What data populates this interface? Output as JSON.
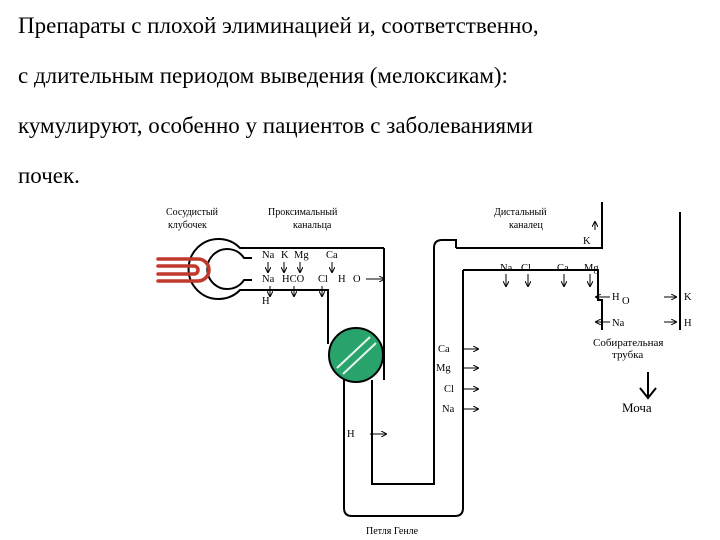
{
  "text": {
    "line1": "Препараты с плохой элиминацией и, соответственно,",
    "line2": "с длительным периодом выведения (мелоксикам):",
    "line3": "кумулируют, особенно у пациентов с заболеваниями",
    "line4": "почек."
  },
  "diagram": {
    "labels": {
      "glomerulus": [
        "Сосудистый",
        "клубочек"
      ],
      "proximal": [
        "Проксимальный",
        "канальца"
      ],
      "distal": [
        "Дистальный",
        "каналец"
      ],
      "collecting": [
        "Собирательная",
        "трубка"
      ],
      "urine": "Моча",
      "henle": "Петля Генле"
    },
    "proximal_ions_top": [
      "Na",
      "K",
      "Mg",
      "Ca"
    ],
    "proximal_ions_bottom": [
      "Na",
      "HCO",
      "Cl",
      "H",
      "O"
    ],
    "proximal_h": "H",
    "distal_ions": [
      "Na",
      "Cl",
      "Ca",
      "Mg"
    ],
    "distal_k": "K",
    "henle_ions": [
      "Ca",
      "Mg",
      "Cl",
      "Na"
    ],
    "henle_water": "H",
    "collecting_ions": [
      "H",
      "O",
      "K",
      "Na",
      "H"
    ],
    "colors": {
      "glomerulus_vessel": "#c0392b",
      "pump_disk": "#27a36b"
    },
    "icons": {
      "pump": "transporter-disk-icon",
      "down_arrow": "down-arrow-icon"
    }
  }
}
